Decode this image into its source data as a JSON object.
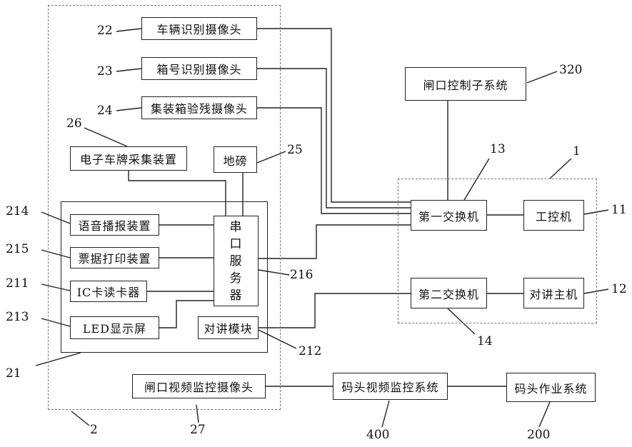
{
  "components": {
    "vehicle_camera": "车辆识别摄像头",
    "box_number_camera": "箱号识别摄像头",
    "container_inspection_camera": "集装箱验残摄像头",
    "electronic_plate_collector": "电子车牌采集装置",
    "weighbridge": "地磅",
    "voice_broadcast": "语音播报装置",
    "receipt_printer": "票据打印装置",
    "ic_card_reader": "IC卡读卡器",
    "led_display": "LED显示屏",
    "serial_server": "串口服务器",
    "intercom_module": "对讲模块",
    "gate_video_camera": "闸口视频监控摄像头",
    "gate_control_subsystem": "闸口控制子系统",
    "first_switch": "第一交换机",
    "industrial_pc": "工控机",
    "second_switch": "第二交换机",
    "intercom_host": "对讲主机",
    "dock_video_system": "码头视频监控系统",
    "dock_operation_system": "码头作业系统"
  },
  "refs": {
    "r22": "22",
    "r23": "23",
    "r24": "24",
    "r26": "26",
    "r25": "25",
    "r214": "214",
    "r215": "215",
    "r211": "211",
    "r213": "213",
    "r216": "216",
    "r212": "212",
    "r21": "21",
    "r27": "27",
    "r2": "2",
    "r320": "320",
    "r13": "13",
    "r1": "1",
    "r11": "11",
    "r12": "12",
    "r14": "14",
    "r400": "400",
    "r200": "200"
  }
}
